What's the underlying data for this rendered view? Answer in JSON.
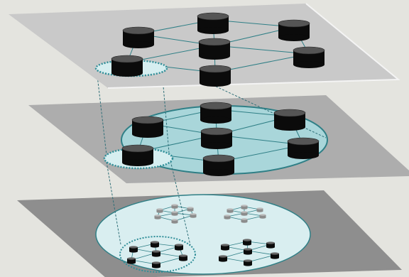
{
  "diagram": {
    "background": "#e4e4df",
    "layers": [
      {
        "name": "top",
        "plane_color": "#c9c9c9",
        "node_color": "#0a0a0a",
        "node_top": "#4a4a4a",
        "edge_color": "#2f7f86"
      },
      {
        "name": "middle",
        "plane_color": "#adadad",
        "region_fill": "#a9d6da",
        "region_stroke": "#2f7f86",
        "edge_color": "#2f7f86"
      },
      {
        "name": "bottom",
        "plane_color": "#8e8e8e",
        "region_fill": "#d9eef0",
        "region_stroke": "#2f7f86",
        "clusters": [
          "cluster-gray-left",
          "cluster-gray-right",
          "cluster-dark-left",
          "cluster-dark-right"
        ]
      }
    ],
    "connector_color": "#2f6f78",
    "highlight_stroke": "#2f8e98"
  }
}
